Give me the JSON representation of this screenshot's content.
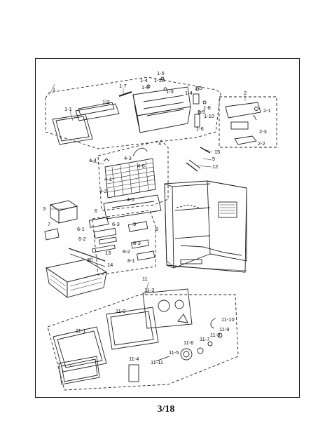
{
  "page": {
    "number": "3/18"
  },
  "callouts": [
    {
      "id": "c1",
      "text": "1"
    },
    {
      "id": "c1-1",
      "text": "1-1"
    },
    {
      "id": "c1-2",
      "text": "1-2"
    },
    {
      "id": "c1-3",
      "text": "1-3"
    },
    {
      "id": "c1-4a",
      "text": "1-4"
    },
    {
      "id": "c1-4b",
      "text": "1-4"
    },
    {
      "id": "c1-5a",
      "text": "1-5"
    },
    {
      "id": "c1-5b",
      "text": "1-5"
    },
    {
      "id": "c1-6",
      "text": "1-6"
    },
    {
      "id": "c1-7",
      "text": "1-7"
    },
    {
      "id": "c1-8",
      "text": "1-8"
    },
    {
      "id": "c1-9a",
      "text": "1-9"
    },
    {
      "id": "c1-9b",
      "text": "1-9"
    },
    {
      "id": "c1-10a",
      "text": "1-10"
    },
    {
      "id": "c1-10b",
      "text": "1-10"
    },
    {
      "id": "c2",
      "text": "2"
    },
    {
      "id": "c2-1",
      "text": "2-1"
    },
    {
      "id": "c2-2",
      "text": "2-2"
    },
    {
      "id": "c2-3",
      "text": "2-3"
    },
    {
      "id": "c3",
      "text": "3"
    },
    {
      "id": "c4",
      "text": "4"
    },
    {
      "id": "c4-1",
      "text": "4-1"
    },
    {
      "id": "c4-2",
      "text": "4-2"
    },
    {
      "id": "c4-3",
      "text": "4-3"
    },
    {
      "id": "c4-4",
      "text": "4-4"
    },
    {
      "id": "c4-5",
      "text": "4-5"
    },
    {
      "id": "c4-6",
      "text": "4-6"
    },
    {
      "id": "c5",
      "text": "5"
    },
    {
      "id": "c6",
      "text": "6"
    },
    {
      "id": "c6-1",
      "text": "6-1"
    },
    {
      "id": "c6-2",
      "text": "6-2"
    },
    {
      "id": "c6-3",
      "text": "6-3"
    },
    {
      "id": "c7",
      "text": "7"
    },
    {
      "id": "c8",
      "text": "8"
    },
    {
      "id": "c8-1",
      "text": "8-1"
    },
    {
      "id": "c8-2",
      "text": "8-2"
    },
    {
      "id": "c8-3",
      "text": "8-3"
    },
    {
      "id": "c9",
      "text": "9"
    },
    {
      "id": "c10",
      "text": "10"
    },
    {
      "id": "c11",
      "text": "11"
    },
    {
      "id": "c11-1",
      "text": "11-1"
    },
    {
      "id": "c11-2",
      "text": "11-2"
    },
    {
      "id": "c11-3",
      "text": "11-3"
    },
    {
      "id": "c11-4",
      "text": "11-4"
    },
    {
      "id": "c11-5",
      "text": "11-5"
    },
    {
      "id": "c11-6",
      "text": "11-6"
    },
    {
      "id": "c11-7",
      "text": "11-7"
    },
    {
      "id": "c11-8",
      "text": "11-8"
    },
    {
      "id": "c11-9",
      "text": "11-9"
    },
    {
      "id": "c11-10",
      "text": "11-10"
    },
    {
      "id": "c11-11",
      "text": "11-11"
    },
    {
      "id": "c12",
      "text": "12"
    },
    {
      "id": "c13",
      "text": "13"
    },
    {
      "id": "c14",
      "text": "14"
    },
    {
      "id": "c15",
      "text": "15"
    }
  ]
}
